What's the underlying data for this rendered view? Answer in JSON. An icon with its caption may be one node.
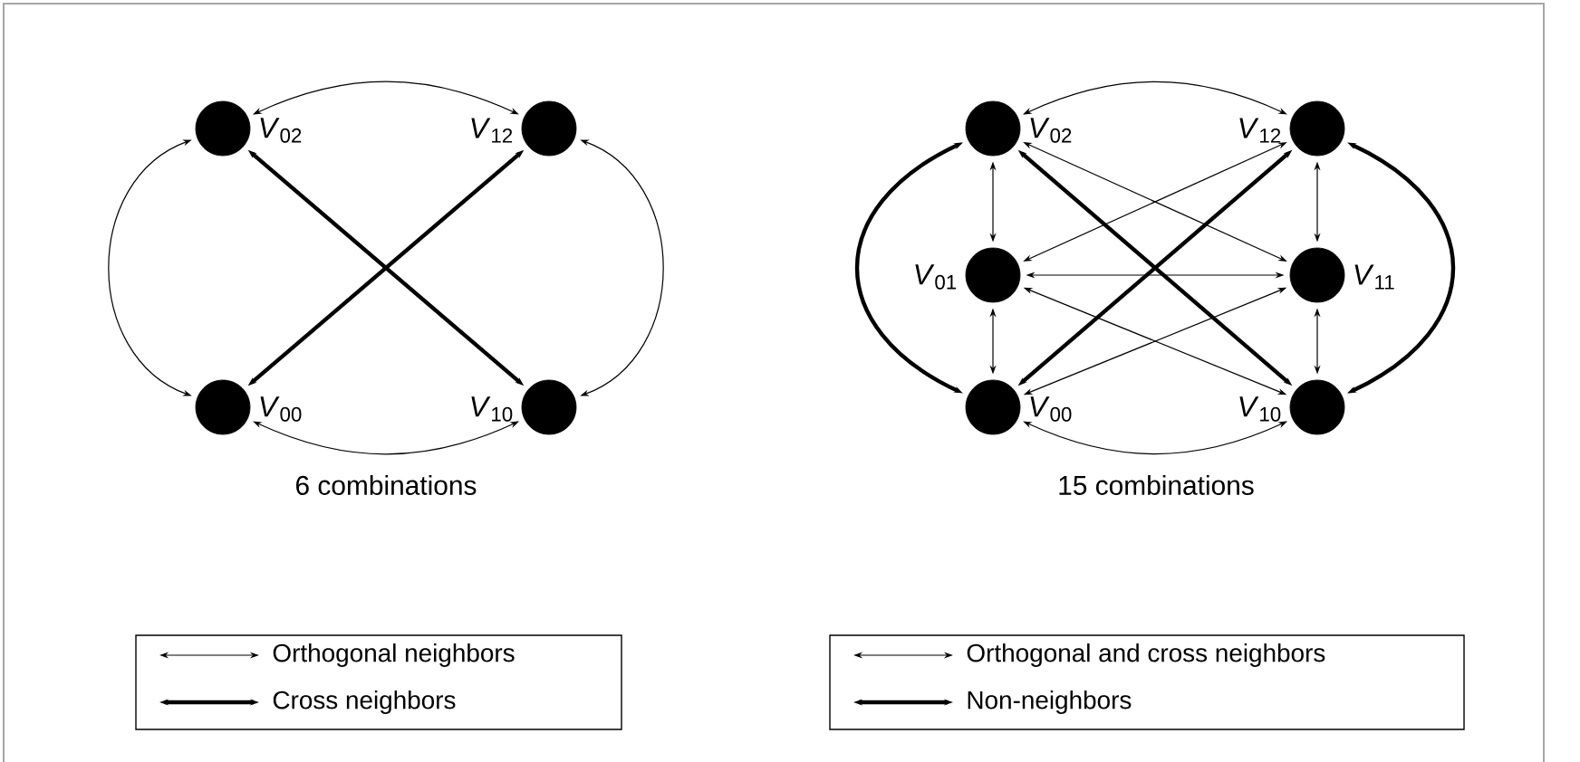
{
  "diagram": {
    "nodes": [
      {
        "text": [],
        "shape": "circle",
        "beside": [
          "*V*$_{02}$"
        ]
      },
      {
        "text": [],
        "shape": "circle",
        "beside": [
          "*V*$_{12}$"
        ]
      },
      {
        "text": [],
        "shape": "circle",
        "beside": [
          "*V*$_{00}$"
        ]
      },
      {
        "text": [],
        "shape": "circle",
        "beside": [
          "*V*$_{10}$"
        ]
      },
      {
        "text": [],
        "shape": "circle",
        "beside": [
          "*V*$_{02}$"
        ]
      },
      {
        "text": [],
        "shape": "circle",
        "beside": [
          "*V*$_{12}$"
        ]
      },
      {
        "text": [],
        "shape": "circle",
        "beside": [
          "*V*$_{01}$"
        ]
      },
      {
        "text": [],
        "shape": "circle",
        "beside": [
          "*V*$_{11}$"
        ]
      },
      {
        "text": [],
        "shape": "circle",
        "beside": [
          "*V*$_{00}$"
        ]
      },
      {
        "text": [],
        "shape": "circle",
        "beside": [
          "*V*$_{10}$"
        ]
      }
    ],
    "edges": [
      {
        "from": 0,
        "to": 1,
        "arrow": "both"
      },
      {
        "from": 0,
        "to": 2,
        "arrow": "both"
      },
      {
        "from": 1,
        "to": 3,
        "arrow": "both"
      },
      {
        "from": 2,
        "to": 3,
        "arrow": "both"
      },
      {
        "from": 0,
        "to": 3,
        "arrow": "both",
        "style": "thick"
      },
      {
        "from": 2,
        "to": 1,
        "arrow": "both",
        "style": "thick"
      },
      {
        "from": 4,
        "to": 5,
        "arrow": "both"
      },
      {
        "from": 8,
        "to": 9,
        "arrow": "both"
      },
      {
        "from": 4,
        "to": 6,
        "arrow": "both"
      },
      {
        "from": 6,
        "to": 8,
        "arrow": "both"
      },
      {
        "from": 5,
        "to": 7,
        "arrow": "both"
      },
      {
        "from": 7,
        "to": 9,
        "arrow": "both"
      },
      {
        "from": 6,
        "to": 7,
        "arrow": "both"
      },
      {
        "from": 4,
        "to": 7,
        "arrow": "both"
      },
      {
        "from": 6,
        "to": 5,
        "arrow": "both"
      },
      {
        "from": 6,
        "to": 9,
        "arrow": "both"
      },
      {
        "from": 8,
        "to": 7,
        "arrow": "both"
      },
      {
        "from": 4,
        "to": 8,
        "arrow": "both",
        "style": "thick"
      },
      {
        "from": 5,
        "to": 9,
        "arrow": "both",
        "style": "thick"
      },
      {
        "from": 4,
        "to": 9,
        "arrow": "both",
        "style": "thick"
      },
      {
        "from": 8,
        "to": 5,
        "arrow": "both",
        "style": "thick"
      }
    ],
    "labels": [
      "6 combinations",
      "15 combinations"
    ],
    "legend": [
      {
        "text": "Orthogonal neighbors"
      },
      {
        "text": "Cross neighbors"
      },
      {
        "text": "Orthogonal and cross neighbors"
      },
      {
        "text": "Non-neighbors"
      }
    ]
  }
}
